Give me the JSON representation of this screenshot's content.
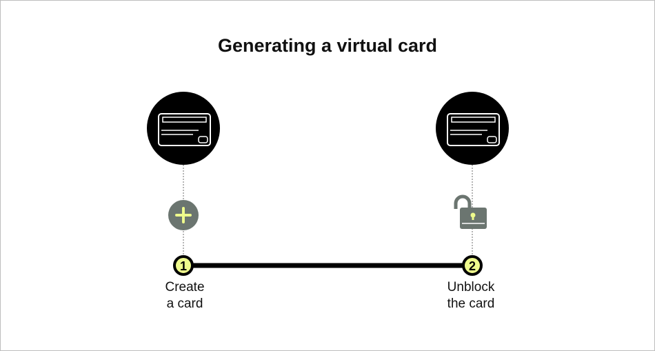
{
  "title": "Generating a virtual card",
  "steps": [
    {
      "number": "1",
      "label_line1": "Create",
      "label_line2": "a card",
      "icon": "plus-icon"
    },
    {
      "number": "2",
      "label_line1": "Unblock",
      "label_line2": "the card",
      "icon": "unlock-icon"
    }
  ],
  "colors": {
    "accent": "#eefa8c",
    "icon_gray": "#6b7570",
    "dark": "#000000"
  }
}
